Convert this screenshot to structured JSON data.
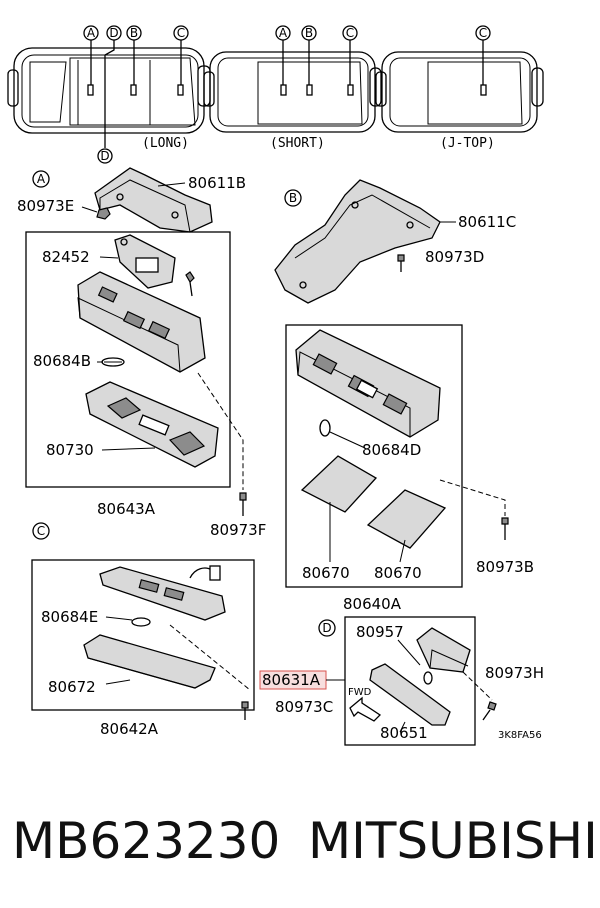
{
  "views": {
    "long": "(LONG)",
    "short": "(SHORT)",
    "jtop": "(J-TOP)"
  },
  "markers": {
    "a": "A",
    "b": "B",
    "c": "C",
    "d": "D"
  },
  "parts": {
    "p80611B": "80611B",
    "p80973E": "80973E",
    "p82452": "82452",
    "p80684B": "80684B",
    "p80730": "80730",
    "p80643A": "80643A",
    "p80973F": "80973F",
    "p80611C": "80611C",
    "p80973D": "80973D",
    "p80684D": "80684D",
    "p80670a": "80670",
    "p80670b": "80670",
    "p80973B": "80973B",
    "p80640A": "80640A",
    "p80684E": "80684E",
    "p80672": "80672",
    "p80642A": "80642A",
    "p80973C": "80973C",
    "p80631A": "80631A",
    "p80957": "80957",
    "p80973H": "80973H",
    "p80651": "80651"
  },
  "fwd": "FWD",
  "diagram_code": "3K8FA56",
  "footer": {
    "part_number": "MB623230",
    "brand": "MITSUBISHI"
  },
  "colors": {
    "highlight": "#d9534f",
    "line": "#000000"
  }
}
